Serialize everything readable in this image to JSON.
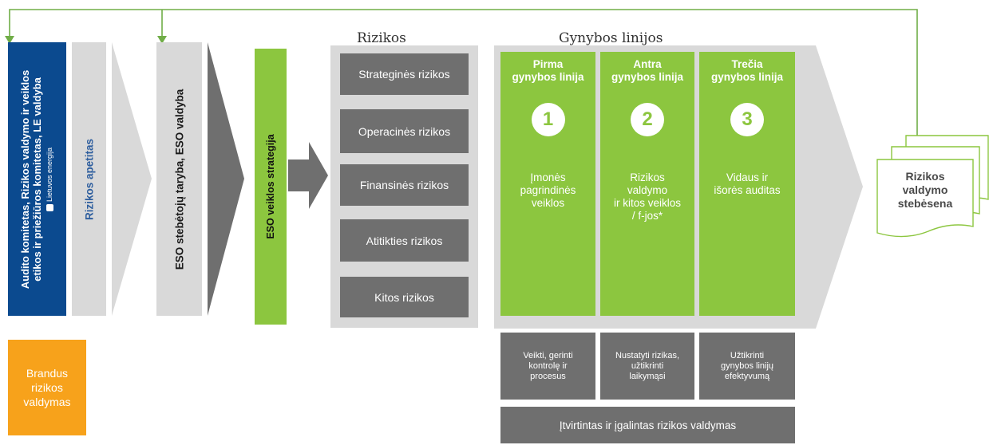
{
  "governance": {
    "board_text": "Audito komitetas, Rizikos valdymo ir veiklos\netikos ir priežiūros komitetas, LE valdyba",
    "logo_text": "Lietuvos energija",
    "risk_appetite": "Rizikos apetitas",
    "eso_board": "ESO stebėtojų taryba, ESO valdyba",
    "eso_strategy": "ESO veiklos strategija",
    "maturity": "Brandus\nrizikos\nvaldymas"
  },
  "risks": {
    "heading": "Rizikos",
    "items": [
      "Strateginės rizikos",
      "Operacinės rizikos",
      "Finansinės rizikos",
      "Atitikties rizikos",
      "Kitos rizikos"
    ]
  },
  "defense": {
    "heading": "Gynybos linijos",
    "lines": [
      {
        "title": "Pirma\ngynybos linija",
        "number": "1",
        "description": "Įmonės\npagrindinės\nveiklos",
        "role": "Veikti, gerinti\nkontrolę ir\nprocesus"
      },
      {
        "title": "Antra\ngynybos linija",
        "number": "2",
        "description": "Rizikos\nvaldymo\nir kitos veiklos\n/ f-jos*",
        "role": "Nustatyti rizikas,\nužtikrinti\nlaikymąsi"
      },
      {
        "title": "Trečia\ngynybos linija",
        "number": "3",
        "description": "Vidaus ir\nišorės auditas",
        "role": "Užtikrinti\ngynybos linijų\nefektyvumą"
      }
    ],
    "summary": "Įtvirtintas ir įgalintas rizikos valdymas"
  },
  "monitoring": {
    "label": "Rizikos\nvaldymo\nstebėsena"
  },
  "colors": {
    "navy": "#0b4a8f",
    "green": "#8cc63f",
    "dark_grey": "#6f6f6f",
    "light_grey": "#d9d9d9",
    "orange": "#f7a21b"
  }
}
